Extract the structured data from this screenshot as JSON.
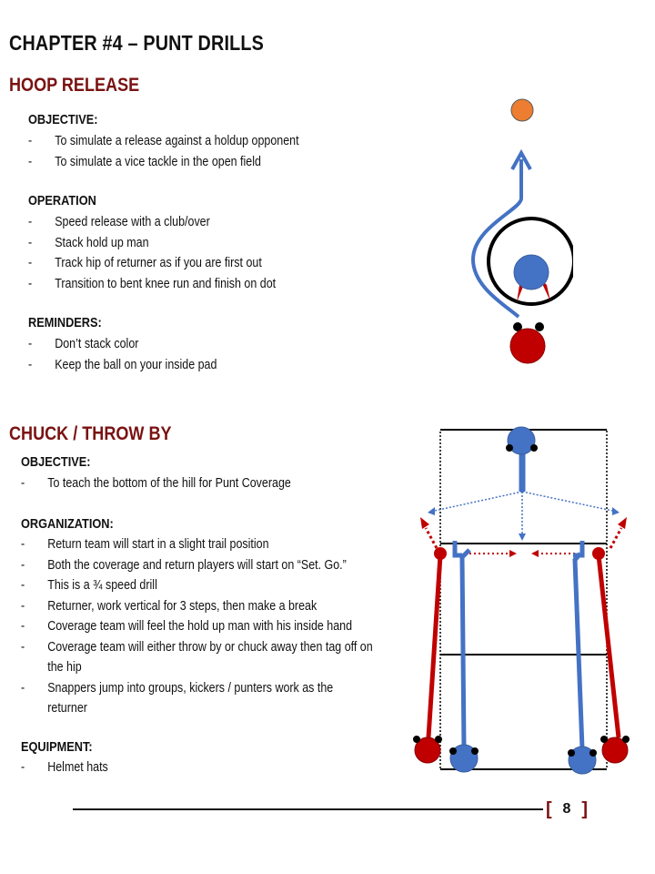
{
  "page": {
    "title": "CHAPTER  #4 – PUNT DRILLS",
    "page_number": "8",
    "bracket_left": "[",
    "bracket_right": "]"
  },
  "sections": {
    "hoop_release": {
      "title": "HOOP RELEASE",
      "objective_heading": "OBJECTIVE:",
      "objective_items": [
        "To simulate a release against a holdup opponent",
        "To simulate a vice tackle in the open field"
      ],
      "operation_heading": "OPERATION",
      "operation_items": [
        "Speed release with a club/over",
        "Stack hold up man",
        "Track hip of returner as if you are first out",
        "Transition to bent knee run and finish on dot"
      ],
      "reminders_heading": "REMINDERS:",
      "reminders_items": [
        "Don’t stack color",
        "Keep the ball on your inside pad"
      ]
    },
    "chuck_throw_by": {
      "title": "CHUCK / THROW BY",
      "objective_heading": "OBJECTIVE:",
      "objective_items": [
        "To teach the bottom of the hill for Punt Coverage"
      ],
      "organization_heading": "ORGANIZATION:",
      "organization_items": [
        "Return team will start in a slight trail position",
        "Both the coverage and return players will start on “Set. Go.”",
        "This is a ¾ speed drill",
        "Returner, work vertical for 3 steps, then make a break",
        "Coverage team will feel the hold up man with his inside hand",
        "Coverage team will either throw by or chuck away then tag off on the hip",
        "Snappers jump into groups, kickers / punters work as the returner"
      ],
      "equipment_heading": "EQUIPMENT:",
      "equipment_items": [
        "Helmet hats"
      ]
    }
  },
  "list_dash": "-",
  "colors": {
    "heading_red": "#7a1212",
    "player_blue": "#4472c4",
    "player_red": "#c00000",
    "ball_orange": "#ed7d31"
  }
}
